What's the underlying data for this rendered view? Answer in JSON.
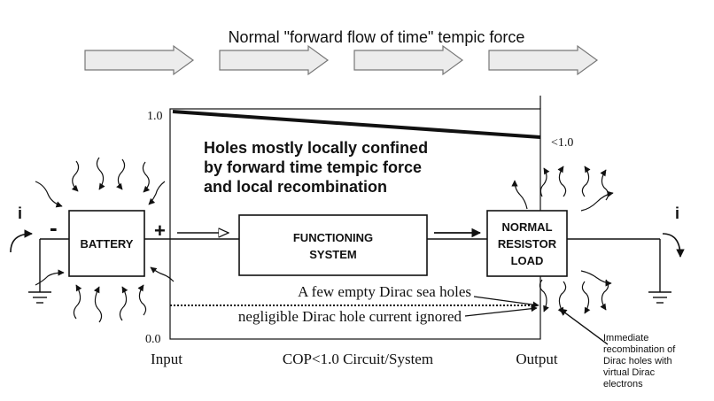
{
  "title": "Normal \"forward flow of time\" tempic force",
  "axis": {
    "top_label": "1.0",
    "bottom_label": "0.0",
    "right_label": "<1.0",
    "input_label": "Input",
    "output_label": "Output",
    "center_label": "COP<1.0 Circuit/System"
  },
  "confinement_text": [
    "Holes mostly locally confined",
    "by forward time tempic force",
    "and local recombination"
  ],
  "boxes": {
    "battery": "BATTERY",
    "system": [
      "FUNCTIONING",
      "SYSTEM"
    ],
    "load": [
      "NORMAL",
      "RESISTOR",
      "LOAD"
    ]
  },
  "polarity": {
    "minus": "-",
    "plus": "+"
  },
  "current_label_left": "i",
  "current_label_right": "i",
  "dirac_text": [
    "A few empty Dirac sea holes",
    "negligible Dirac hole current ignored"
  ],
  "recombination_note": [
    "Immediate",
    "recombination of",
    "Dirac holes with",
    "virtual Dirac",
    "electrons"
  ],
  "colors": {
    "ink": "#111111",
    "arrow_fill": "#ececec",
    "arrow_stroke": "#777777"
  }
}
